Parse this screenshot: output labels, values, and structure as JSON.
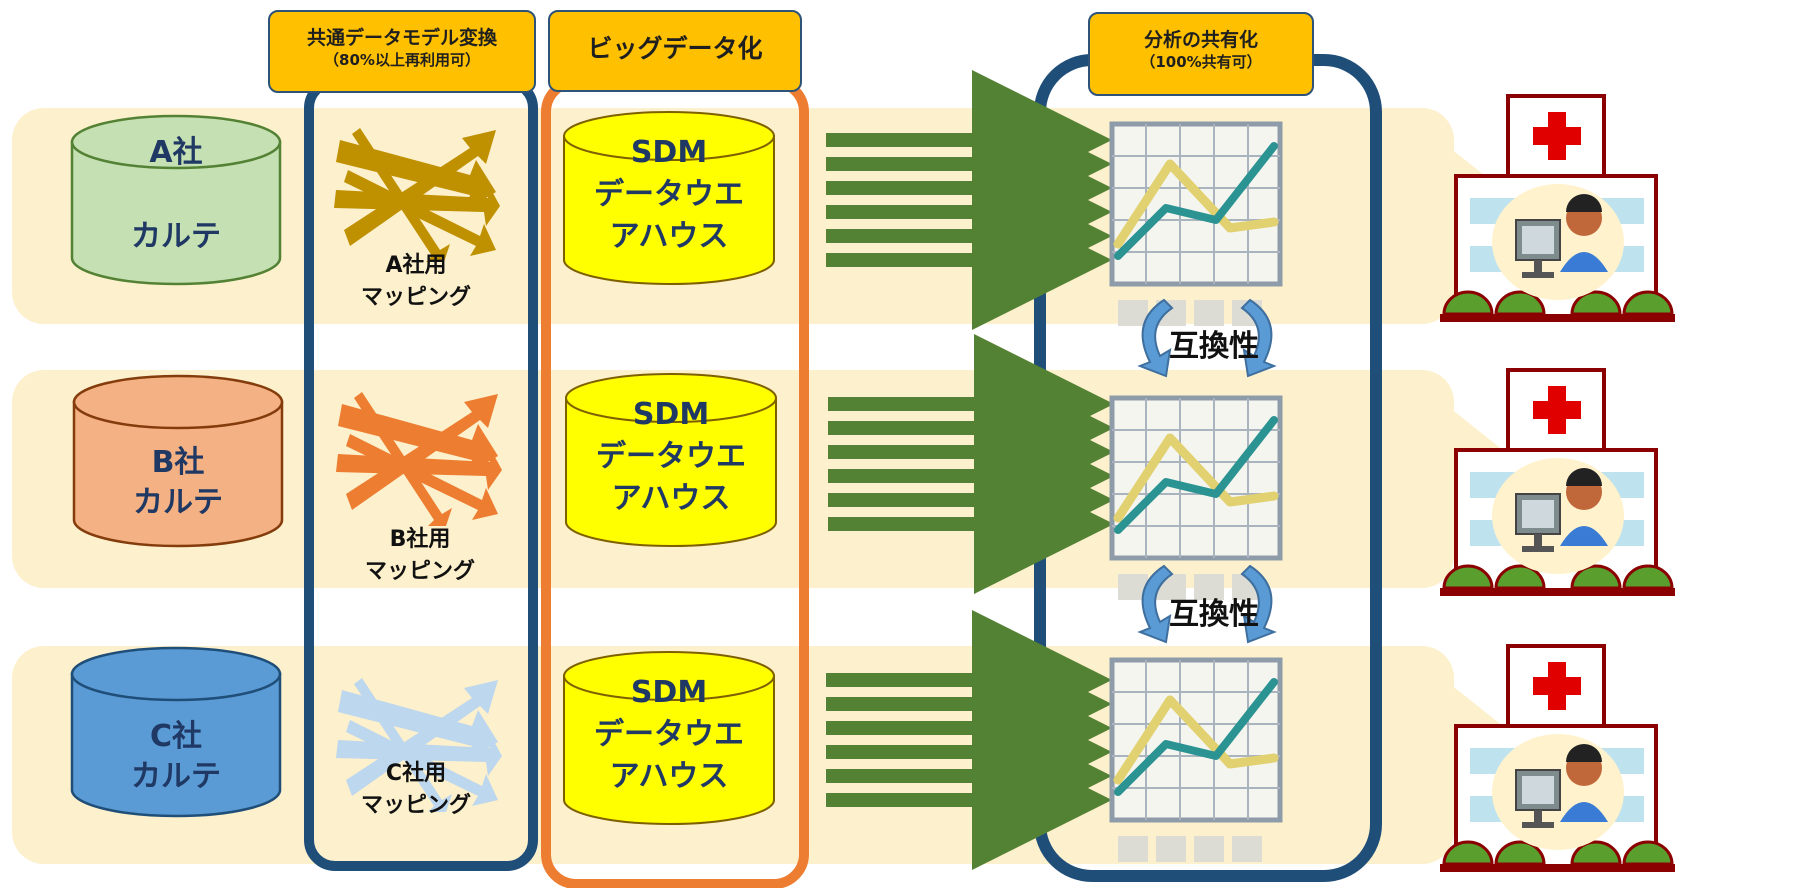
{
  "headers": {
    "mapping_line1": "共通データモデル変換",
    "mapping_line2": "（80%以上再利用可）",
    "bigdata": "ビッグデータ化",
    "analysis_line1": "分析の共有化",
    "analysis_line2": "（100%共有可）"
  },
  "rows": [
    {
      "company": "A社",
      "chart_label": "カルテ",
      "mapping_line1": "A社用",
      "mapping_line2": "マッピング",
      "dw_line1": "SDM",
      "dw_line2": "データウエ",
      "dw_line3": "アハウス"
    },
    {
      "company": "B社",
      "chart_label": "カルテ",
      "mapping_line1": "B社用",
      "mapping_line2": "マッピング",
      "dw_line1": "SDM",
      "dw_line2": "データウエ",
      "dw_line3": "アハウス"
    },
    {
      "company": "C社",
      "chart_label": "カルテ",
      "mapping_line1": "C社用",
      "mapping_line2": "マッピング",
      "dw_line1": "SDM",
      "dw_line2": "データウエ",
      "dw_line3": "アハウス"
    }
  ],
  "compatibility": [
    "互換性",
    "互換性"
  ],
  "colors": {
    "band": "#fdf0cc",
    "cyl_a": "#c5e0b3",
    "cyl_b": "#f4b183",
    "cyl_c": "#5b9bd5",
    "map_a": "#bf9000",
    "map_b": "#ed7d31",
    "map_c": "#bdd7ee",
    "dw": "#ffff00",
    "arrow": "#548235",
    "navy": "#1f4e79",
    "orange": "#ed7d31",
    "header": "#ffc000"
  },
  "icons": [
    "database-cylinder-icon",
    "tangled-arrows-icon",
    "line-chart-icon",
    "cycle-arrows-icon",
    "hospital-icon",
    "doctor-at-computer-icon"
  ]
}
